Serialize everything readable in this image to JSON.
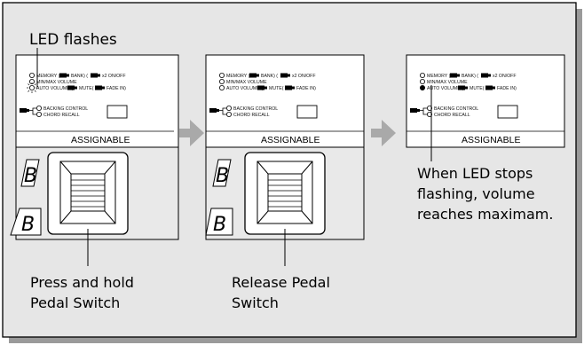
{
  "figure": {
    "step1_top_caption": "LED flashes",
    "step1_caption_lines": [
      "Press and hold",
      "Pedal Switch"
    ],
    "step2_caption_lines": [
      "Release Pedal",
      "Switch"
    ],
    "step3_caption_lines": [
      "When LED stops",
      "flashing, volume",
      "reaches maximam."
    ]
  },
  "panel": {
    "function_lines": [
      "MEMORY (",
      "BANK) (",
      "x2 ON/OFF",
      "MIN/MAX VOLUME",
      "AUTO VOLUME (",
      "MUTE(",
      "FADE IN)"
    ],
    "pedal_lines": [
      "BACKING CONTROL",
      "CHORD RECALL"
    ],
    "assign_label": "ASSIGNABLE"
  },
  "pedal_label": "B",
  "colors": {
    "frame_fill": "#e6e6e6",
    "pedal_body": "#e9e9e9",
    "pedal_top": "#f4f4f4",
    "arrow": "#a9a9a9",
    "stroke": "#000000"
  },
  "icons": [
    "led-indicator-icon",
    "step-arrow-icon",
    "pedal-connector-icon",
    "pedal-switch-icon",
    "mode-b-icon"
  ]
}
